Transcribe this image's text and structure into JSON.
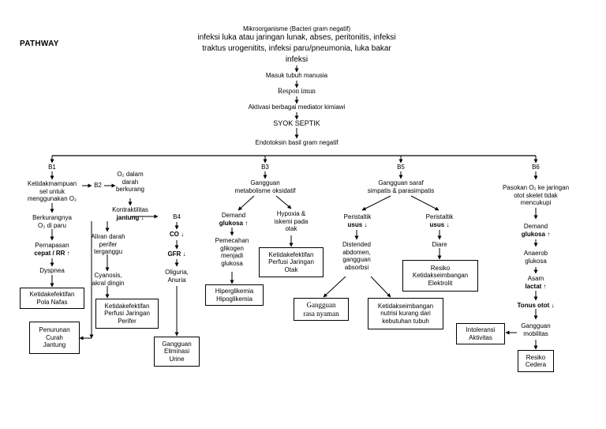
{
  "title": "PATHWAY",
  "header": {
    "l1": "Mikroorganisme (Bacteri gram negatif)",
    "l2": "infeksi luka atau jaringan lunak, abses, peritonitis, infeksi",
    "l3": "traktus urogenitits, infeksi paru/pneumonia, luka bakar",
    "l4": "infeksi"
  },
  "spine": {
    "masuk": "Masuk tubuh manusia",
    "respon": "Respon imun",
    "aktivasi": "Aktivasi berbagai mediator kimiawi",
    "syok": "SYOK SEPTIK",
    "endotoksin": "Endotoksin basil gram negatif"
  },
  "b1": {
    "label": "B1",
    "n1": [
      "Ketidakmampuan",
      "sel untuk",
      "menggunakan O₂"
    ],
    "n2": [
      "Berkurangnya",
      "O₂ di paru"
    ],
    "n3a": "Pernapasan",
    "n3b": "cepat / RR ↑",
    "n4": "Dyspnea",
    "box": [
      "Ketidakefektifan",
      "Pola Nafas"
    ],
    "box2": [
      "Penurunan",
      "Curah",
      "Jantung"
    ]
  },
  "b2": {
    "label": "B2",
    "n1": [
      "O₂ dalam",
      "darah",
      "berkurang"
    ],
    "n2a": "Kontraktilitas",
    "n2b": "jantung ↓",
    "n3": [
      "Aliran darah",
      "perifer",
      "terganggu"
    ],
    "n4": [
      "Cyanosis,",
      "akral dingin"
    ],
    "box": [
      "Ketidakefektifan",
      "Perfusi Jaringan",
      "Perifer"
    ]
  },
  "b4": {
    "label": "B4",
    "co": "CO ↓",
    "gfr": "GFR ↓",
    "n3": [
      "Oliguria,",
      "Anuria"
    ],
    "box": [
      "Gangguan",
      "Eliminasi",
      "Urine"
    ]
  },
  "b3": {
    "label": "B3",
    "n1": [
      "Gangguan",
      "metabolisme oksidatif"
    ],
    "d1": "Demand",
    "d2": "glukosa ↑",
    "n2": [
      "Pemecahan",
      "glikogen",
      "menjadi",
      "glukosa"
    ],
    "box1": [
      "Hiperglikemia",
      "Hipoglikemia"
    ],
    "n3": [
      "Hypoxia &",
      "iskemi pada",
      "otak"
    ],
    "box2": [
      "Ketidakefektifan",
      "Perfusi Jaringan",
      "Otak"
    ]
  },
  "b5": {
    "label": "B5",
    "n1": [
      "Gangguan saraf",
      "simpatis & parasimpatis"
    ],
    "pa1": "Peristaltik",
    "pa2": "usus ↓",
    "n2": [
      "Distended",
      "abdomen,",
      "gangguan",
      "absorbsi"
    ],
    "box1": [
      "Gangguan",
      "rasa nyaman"
    ],
    "box2": [
      "Ketidakseimbangan",
      "nutrisi kurang dari",
      "kebutuhan tubuh"
    ],
    "pb1": "Peristaltik",
    "pb2": "usus ↓",
    "diare": "Diare",
    "box3": [
      "Resiko",
      "Ketidakseimbangan",
      "Elektrolit"
    ]
  },
  "b6": {
    "label": "B6",
    "n1": [
      "Pasokan O₂ ke jaringan",
      "otot skelet tidak",
      "mencukupi"
    ],
    "d1": "Demand",
    "d2": "glukosa ↑",
    "n2": [
      "Anaerob",
      "glukosa"
    ],
    "a1": "Asam",
    "a2": "lactat ↑",
    "tonus": "Tonus otot ↓",
    "n3": [
      "Gangguan",
      "mobilitas"
    ],
    "box1": [
      "Intoleransi",
      "Aktivitas"
    ],
    "box2": [
      "Resiko",
      "Cedera"
    ]
  }
}
